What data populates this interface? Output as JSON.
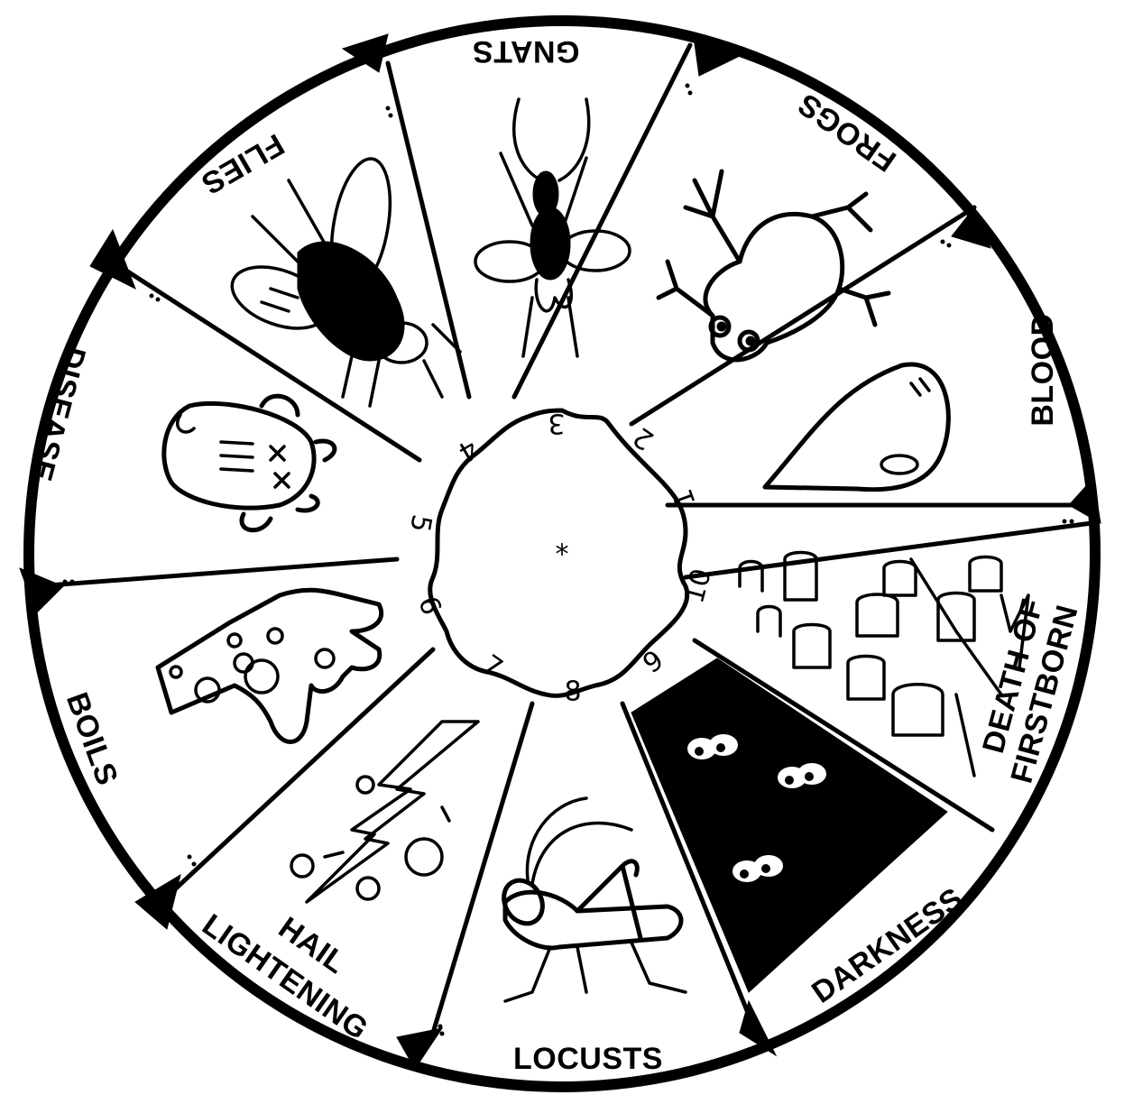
{
  "wheel": {
    "center_mark": "*",
    "segments": [
      {
        "number": "1",
        "label": "BLOOD",
        "icon": "blood-drop-icon"
      },
      {
        "number": "2",
        "label": "FROGS",
        "icon": "frog-icon"
      },
      {
        "number": "3",
        "label": "GNATS",
        "icon": "gnat-icon"
      },
      {
        "number": "4",
        "label": "FLIES",
        "icon": "fly-icon"
      },
      {
        "number": "5",
        "label": "DISEASE",
        "icon": "dead-cow-icon"
      },
      {
        "number": "6",
        "label": "BOILS",
        "icon": "boil-hand-icon"
      },
      {
        "number": "7",
        "label": "HAIL",
        "label2": "LIGHTENING",
        "icon": "hail-lightning-icon"
      },
      {
        "number": "8",
        "label": "LOCUSTS",
        "icon": "locust-icon"
      },
      {
        "number": "9",
        "label": "DARKNESS",
        "icon": "darkness-eyes-icon"
      },
      {
        "number": "10",
        "label": "DEATH OF",
        "label2": "FIRSTBORN",
        "icon": "gravestones-icon"
      }
    ]
  },
  "colors": {
    "ink": "#000000",
    "paper": "#ffffff"
  }
}
